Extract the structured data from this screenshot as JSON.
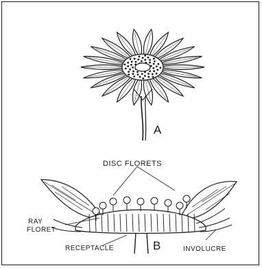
{
  "figure": {
    "label_a": "A",
    "label_b": "B",
    "disc_florets": "DISC FLORETS",
    "ray_floret_line1": "RAY",
    "ray_floret_line2": "FLORET",
    "receptacle": "RECEPTACLE",
    "involucre": "INVOLUCRE"
  },
  "colors": {
    "ink": "#1a1a1a",
    "paper": "#ffffff"
  }
}
